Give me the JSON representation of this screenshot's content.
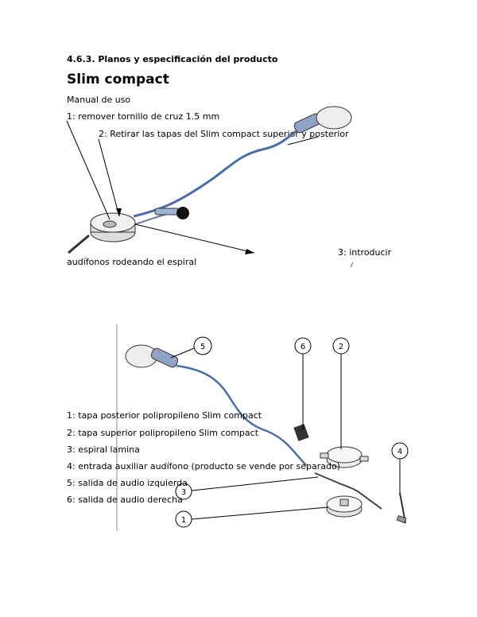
{
  "section_heading": "4.6.3. Planos y especificación del producto",
  "product_title": "Slim compact",
  "manual": {
    "heading": "Manual de uso",
    "steps": [
      "1: remover tornillo de cruz 1.5 mm",
      "2: Retirar las tapas del Slim compact superior y posterior",
      "3: introducir",
      "audífonos rodeando el espiral"
    ]
  },
  "parts": {
    "list": [
      "1: tapa posterior polipropileno Slim compact",
      "2: tapa superior polipropileno Slim compact",
      "3: espiral lamina",
      "4: entrada auxiliar audífono (producto se vende por separado)",
      "5: salida de audio izquierda",
      "6: salida de audio derecha"
    ],
    "callouts": [
      "1",
      "2",
      "3",
      "4",
      "5",
      "6"
    ]
  }
}
